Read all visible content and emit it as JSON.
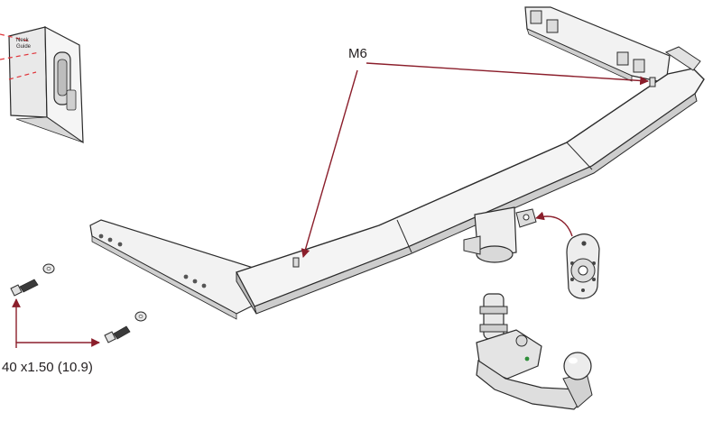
{
  "callouts": {
    "nut_label": "M6",
    "bolt_label": "40 x1.50 (10.9)"
  },
  "inset": {
    "line1": "Neck",
    "line2": "Guide"
  },
  "colors": {
    "leader_arrow": "#8b1e2b",
    "outline": "#2b2b2b",
    "part_fill": "#f2f2f2",
    "shade": "#cfcfcf",
    "dashed_guide": "#e0343a",
    "accent_green": "#2f8f3a"
  }
}
